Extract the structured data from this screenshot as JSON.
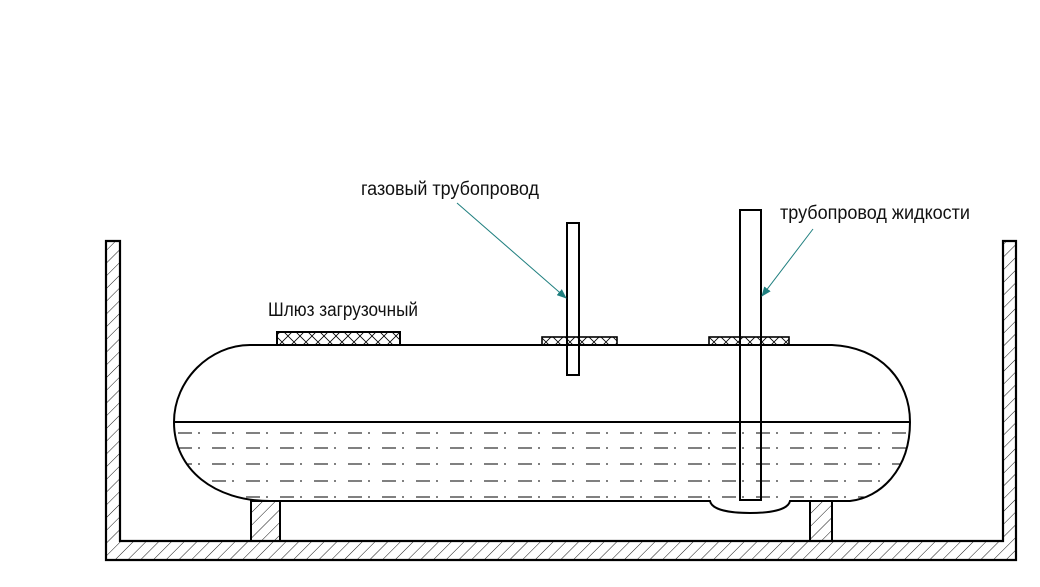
{
  "labels": {
    "gas_pipe": "газовый трубопровод",
    "liquid_pipe": "трубопровод жидкости",
    "loading_hatch": "Шлюз загрузочный"
  },
  "colors": {
    "line": "#000000",
    "leader": "#1f7f7f"
  }
}
